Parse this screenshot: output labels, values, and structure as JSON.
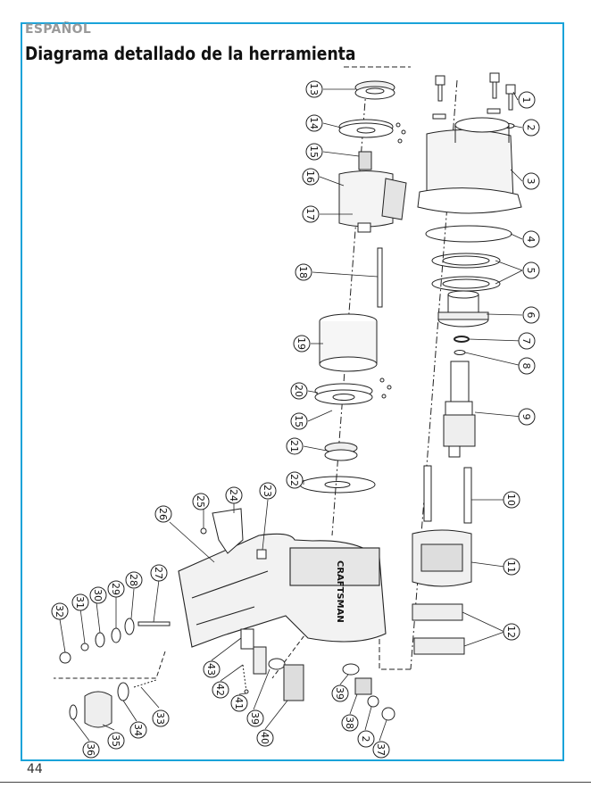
{
  "page": {
    "section_label": "ESPAÑOL",
    "title": "Diagrama detallado de la herramienta",
    "page_number": "44"
  },
  "diagram": {
    "brand_text": "CRAFTSMAN",
    "callouts": [
      "1",
      "2",
      "3",
      "4",
      "5",
      "6",
      "7",
      "8",
      "9",
      "10",
      "11",
      "12",
      "13",
      "14",
      "15",
      "16",
      "17",
      "18",
      "19",
      "20",
      "15",
      "21",
      "22",
      "23",
      "24",
      "25",
      "26",
      "27",
      "28",
      "29",
      "30",
      "31",
      "32",
      "33",
      "34",
      "35",
      "36",
      "37",
      "2",
      "38",
      "39",
      "40",
      "39",
      "41",
      "42",
      "43"
    ]
  }
}
